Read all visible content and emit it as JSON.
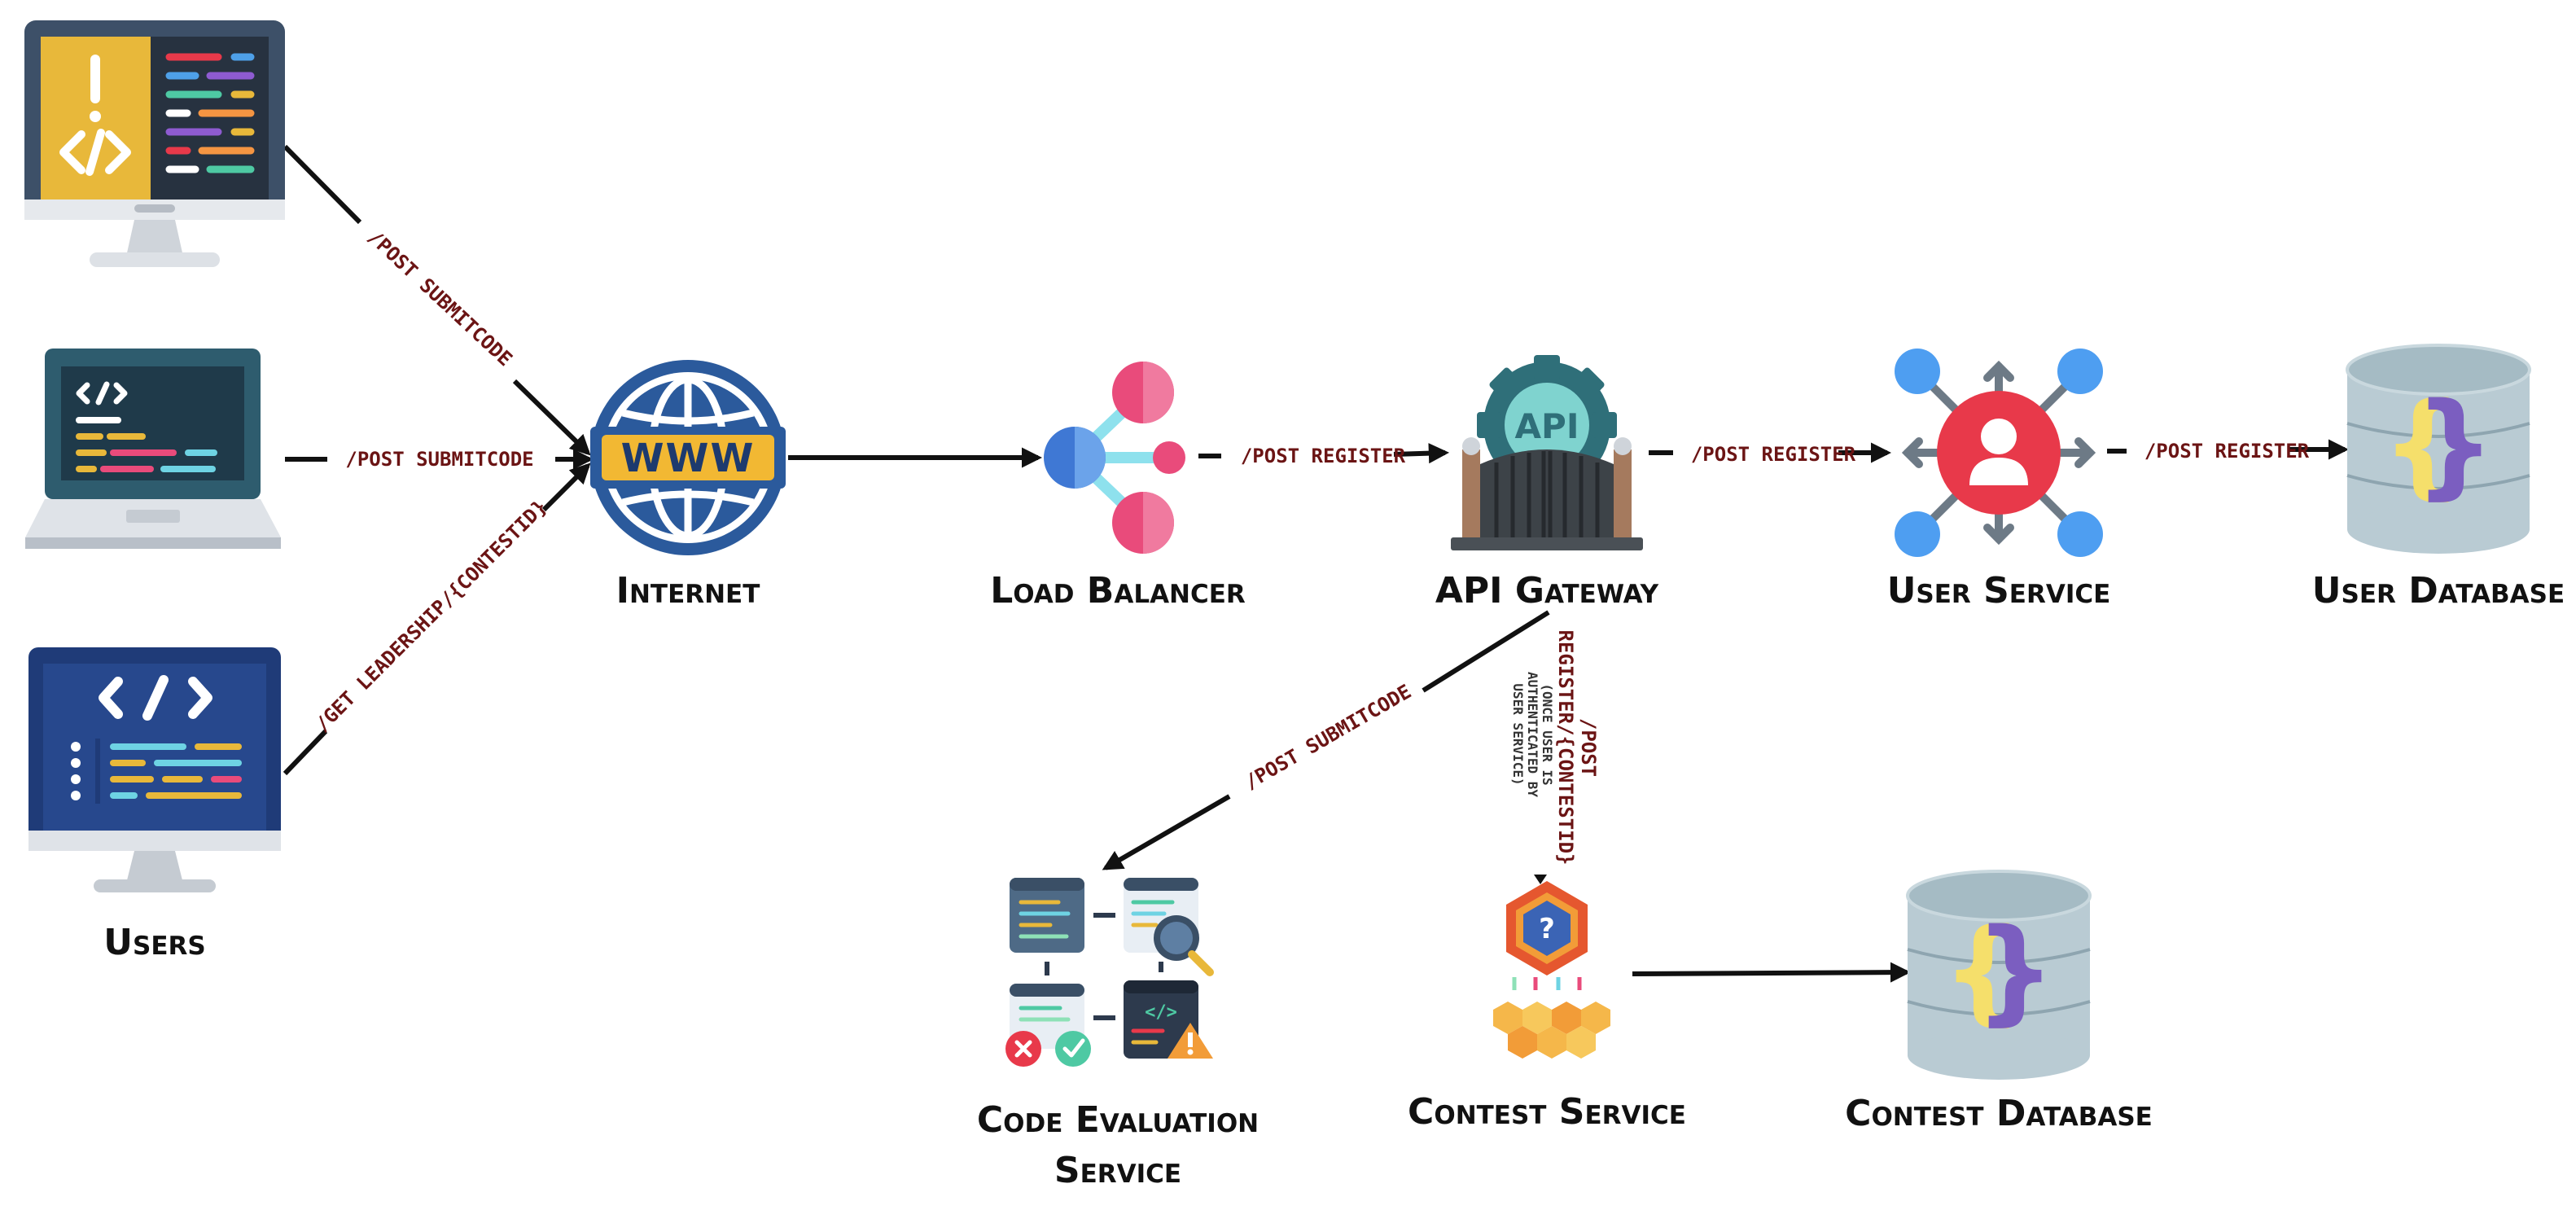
{
  "nodes": {
    "users": "Users",
    "internet": "Internet",
    "load_balancer": "Load Balancer",
    "api_gateway": "API Gateway",
    "user_service": "User Service",
    "user_database": "User Database",
    "code_evaluation_service_line1": "Code Evaluation",
    "code_evaluation_service_line2": "Service",
    "contest_service": "Contest Service",
    "contest_database": "Contest Database"
  },
  "edges": {
    "desktop_to_internet": "/POST SUBMITCODE",
    "laptop_to_internet": "/POST SUBMITCODE",
    "monitor_to_internet": "/GET LEADERSHIP/{CONTESTID}",
    "lb_to_gateway": "/POST REGISTER",
    "gateway_to_user_service": "/POST REGISTER",
    "user_service_to_db": "/POST REGISTER",
    "gateway_to_code_eval": "/POST SUBMITCODE",
    "gateway_to_contest_line1": "/POST",
    "gateway_to_contest_line2": "REGISTER/{CONTESTID}",
    "gateway_to_contest_note1": "(ONCE USER IS",
    "gateway_to_contest_note2": "AUTHENTICATED BY",
    "gateway_to_contest_note3": "USER SERVICE)"
  },
  "icons": {
    "desktop_code_editor": "desktop-code-editor-icon",
    "laptop_code": "laptop-code-icon",
    "monitor_code": "monitor-code-icon",
    "globe_www": "globe-www-icon",
    "load_balancer": "load-balancer-icon",
    "api_gate": "api-gate-icon",
    "user_network": "user-network-icon",
    "database": "database-icon",
    "code_evaluation": "code-evaluation-icon",
    "contest_hexagon": "contest-hexagon-icon"
  },
  "colors": {
    "edge_label": "#6b1414",
    "line": "#111111",
    "yellow": "#e8b83a",
    "navy": "#1d3a6e",
    "globe_blue": "#2b5a9c",
    "pink": "#e94b7b",
    "teal": "#2f6f79",
    "red": "#e8394a",
    "db_grey": "#b9cbd3",
    "purple": "#7b5ec0"
  }
}
